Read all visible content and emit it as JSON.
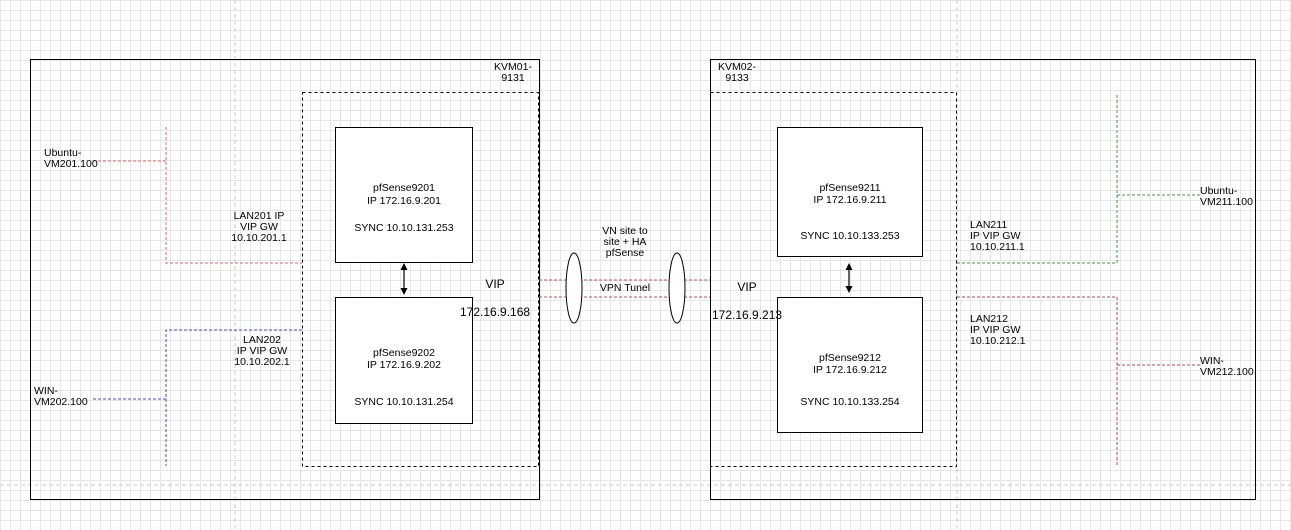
{
  "hosts": [
    {
      "name": "KVM01-\n9131"
    },
    {
      "name": "KVM02-\n9133"
    }
  ],
  "firewalls": [
    {
      "name": "pfSense9201",
      "ip": "IP 172.16.9.201",
      "sync": "SYNC 10.10.131.253"
    },
    {
      "name": "pfSense9202",
      "ip": "IP 172.16.9.202",
      "sync": "SYNC 10.10.131.254"
    },
    {
      "name": "pfSense9211",
      "ip": "IP 172.16.9.211",
      "sync": "SYNC 10.10.133.253"
    },
    {
      "name": "pfSense9212",
      "ip": "IP 172.16.9.212",
      "sync": "SYNC 10.10.133.254"
    }
  ],
  "vips": [
    {
      "label": "VIP",
      "ip": "172.16.9.168"
    },
    {
      "label": "VIP",
      "ip": "172.16.9.213"
    }
  ],
  "lans": [
    {
      "label": "LAN201 IP\nVIP GW\n10.10.201.1",
      "color": "#e06666"
    },
    {
      "label": "LAN202\nIP VIP GW\n10.10.202.1",
      "color": "#4a4ad6"
    },
    {
      "label": "LAN211\nIP VIP GW\n10.10.211.1",
      "color": "#3c9a3c"
    },
    {
      "label": "LAN212\nIP VIP GW\n10.10.212.1",
      "color": "#b04a5a"
    }
  ],
  "vms": [
    {
      "name": "Ubuntu-\nVM201.100"
    },
    {
      "name": "WIN-\nVM202.100"
    },
    {
      "name": "Ubuntu-\nVM211.100"
    },
    {
      "name": "WIN-\nVM212.100"
    }
  ],
  "vpn": {
    "title": "VN site to\nsite + HA\npfSense",
    "tunnel_label": "VPN Tunel",
    "color": "#c0504d"
  }
}
